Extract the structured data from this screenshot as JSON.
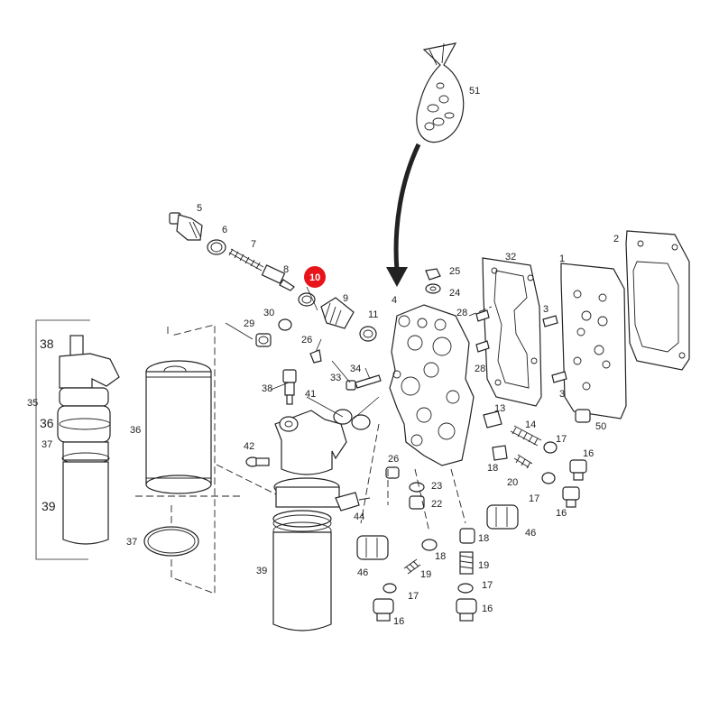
{
  "labels": {
    "l51": "51",
    "l5": "5",
    "l6": "6",
    "l7": "7",
    "l8": "8",
    "l10": "10",
    "l9": "9",
    "l25": "25",
    "l24": "24",
    "l32": "32",
    "l1": "1",
    "l2": "2",
    "l4": "4",
    "l28a": "28",
    "l28b": "28",
    "l3a": "3",
    "l3b": "3",
    "l29": "29",
    "l30": "30",
    "l11": "11",
    "l26a": "26",
    "l33": "33",
    "l34": "34",
    "l38a": "38",
    "l38b": "38",
    "l41": "41",
    "l35": "35",
    "l36a": "36",
    "l36b": "36",
    "l37a": "37",
    "l37b": "37",
    "l39a": "39",
    "l39b": "39",
    "l42": "42",
    "l13": "13",
    "l14": "14",
    "l50": "50",
    "l17a": "17",
    "l16a": "16",
    "l26b": "26",
    "l18a": "18",
    "l20": "20",
    "l17b": "17",
    "l16b": "16",
    "l23": "23",
    "l22": "22",
    "l44": "44",
    "l46a": "46",
    "l46b": "46",
    "l18b": "18",
    "l19a": "19",
    "l19b": "19",
    "l17c": "17",
    "l17d": "17",
    "l16c": "16",
    "l16d": "16"
  },
  "colors": {
    "highlight": "#e8141b",
    "ink": "#222222"
  },
  "icons": [
    "parts-bag-icon",
    "arrow-down-icon"
  ]
}
